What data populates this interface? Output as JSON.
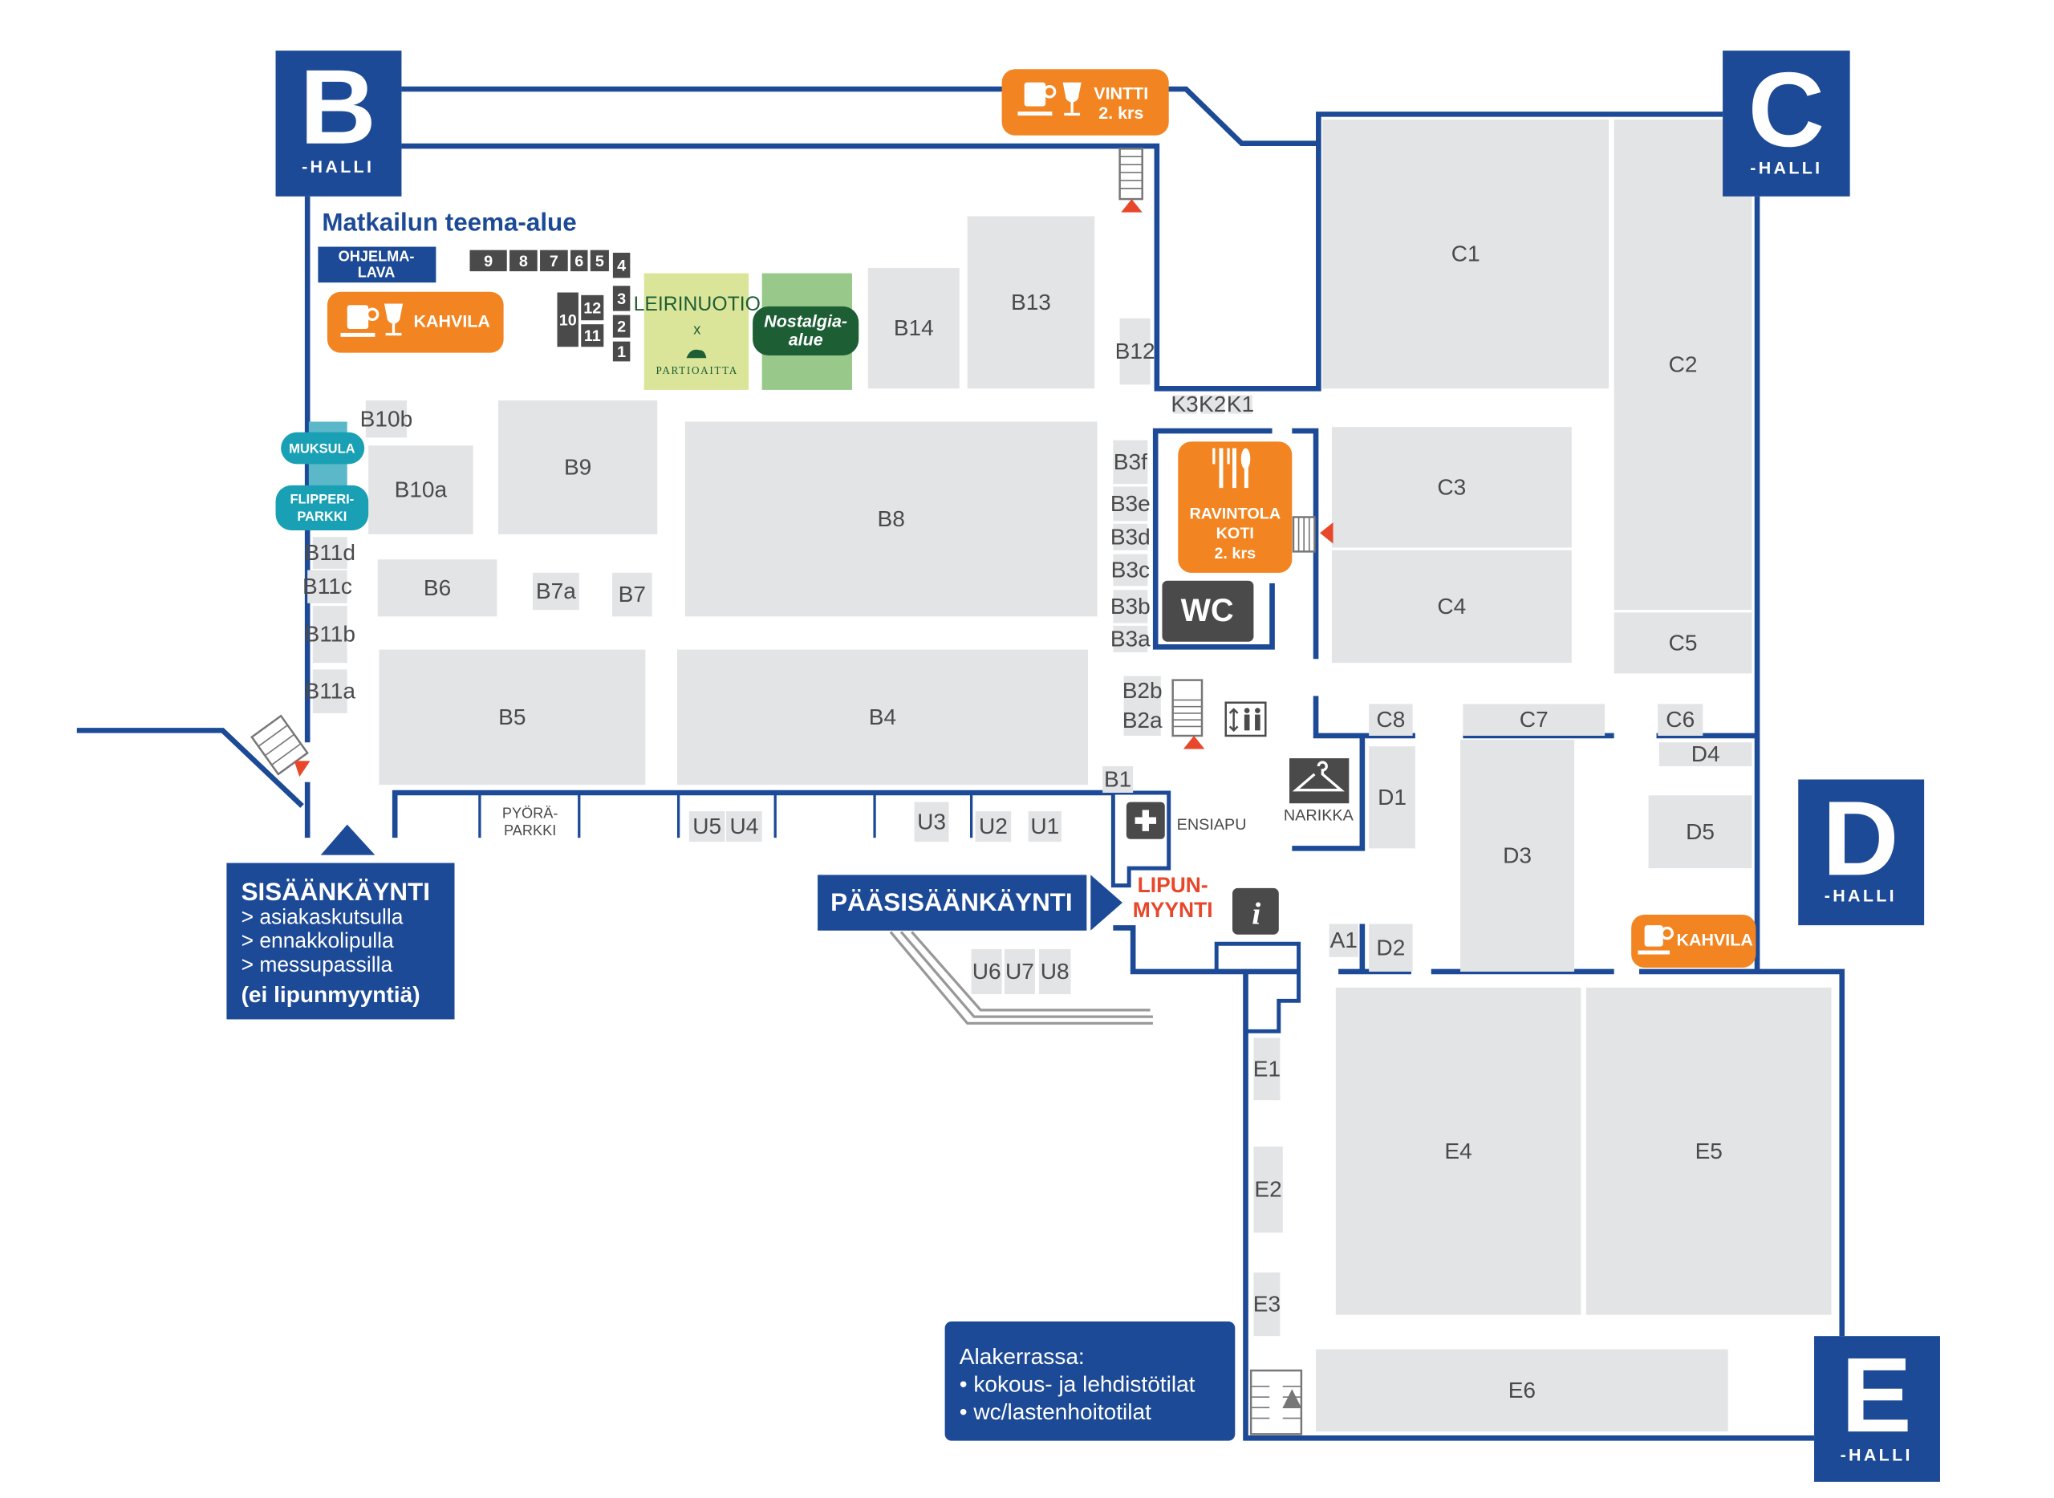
{
  "halls": [
    {
      "letter": "B",
      "suffix": "-HALLI"
    },
    {
      "letter": "C",
      "suffix": "-HALLI"
    },
    {
      "letter": "D",
      "suffix": "-HALLI"
    },
    {
      "letter": "E",
      "suffix": "-HALLI"
    }
  ],
  "theme_area": "Matkailun teema-alue",
  "stage": "OHJELMA-LAVA",
  "stage_lines": [
    "OHJELMA-",
    "LAVA"
  ],
  "cafe_b": "KAHVILA",
  "cafe_e": "KAHVILA",
  "vintti": {
    "name": "VINTTI",
    "floor": "2. krs"
  },
  "restaurant": {
    "line1": "RAVINTOLA",
    "line2": "KOTI",
    "floor": "2. krs"
  },
  "wc": "WC",
  "muksula": "MUKSULA",
  "flipperi": [
    "FLIPPERI-",
    "PARKKI"
  ],
  "leirinuotio": {
    "title": "LEIRINUOTIO",
    "x": "x",
    "sub": "PARTIOAITTA"
  },
  "nostalgia": [
    "Nostalgia-",
    "alue"
  ],
  "bike_parking": [
    "PYÖRÄ-",
    "PARKKI"
  ],
  "first_aid": "ENSIAPU",
  "cloakroom": "NARIKKA",
  "ticket_sales": [
    "LIPUN-",
    "MYYNTI"
  ],
  "main_entrance": "PÄÄSISÄÄNKÄYNTI",
  "side_entrance": {
    "title": "SISÄÄNKÄYNTI",
    "lines": [
      "> asiakaskutsulla",
      "> ennakkolipulla",
      "> messupassilla"
    ],
    "note": "(ei lipunmyyntiä)"
  },
  "downstairs": {
    "title": "Alakerrassa:",
    "lines": [
      "• kokous- ja lehdistötilat",
      "• wc/lastenhoitotilat"
    ]
  },
  "stage_numbers": [
    "9",
    "8",
    "7",
    "6",
    "5",
    "4",
    "3",
    "2",
    "1",
    "10",
    "12",
    "11"
  ],
  "booths": [
    "C1",
    "C2",
    "C5",
    "C3",
    "C4",
    "C8",
    "C7",
    "C6",
    "D4",
    "D1",
    "D3",
    "D5",
    "A1",
    "D2",
    "E1",
    "E2",
    "E3",
    "E4",
    "E5",
    "E6",
    "B13",
    "B14",
    "B12",
    "K3",
    "K2",
    "K1",
    "B3f",
    "B3e",
    "B3d",
    "B3c",
    "B3b",
    "B3a",
    "B8",
    "B9",
    "B10b",
    "B10a",
    "B6",
    "B7a",
    "B7",
    "B5",
    "B4",
    "B11d",
    "B11c",
    "B11b",
    "B11a",
    "B2b",
    "B2a",
    "B1",
    "U5",
    "U4",
    "U3",
    "U2",
    "U1",
    "U6",
    "U7",
    "U8"
  ],
  "colors": {
    "navy": "#1c4a96",
    "orange": "#f28521",
    "teal": "#1aa0b4",
    "red": "#e8472b",
    "booth": "#e3e4e6",
    "dark": "#4a4a4a"
  }
}
